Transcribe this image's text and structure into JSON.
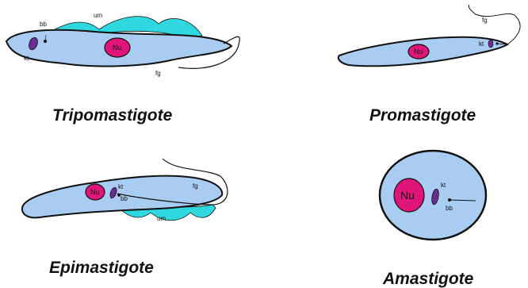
{
  "forms": {
    "tripomastigote": {
      "name": "Tripomastigote",
      "labels": {
        "bb": "bb",
        "um": "um",
        "kt": "kt",
        "nu": "Nu",
        "fg": "fg"
      }
    },
    "promastigote": {
      "name": "Promastigote",
      "labels": {
        "fg": "fg",
        "kt": "kt",
        "nu": "Nu"
      }
    },
    "epimastigote": {
      "name": "Epimastigote",
      "labels": {
        "nu": "Nu",
        "kt": "kt",
        "bb": "bb",
        "fg": "fg",
        "um": "um"
      }
    },
    "amastigote": {
      "name": "Amastigote",
      "labels": {
        "nu": "Nu",
        "kt": "kt",
        "bb": "bb"
      }
    }
  },
  "colors": {
    "cell_fill": "#a9cdf2",
    "outline": "#111111",
    "nucleus": "#e0157a",
    "kinetoplast": "#6a2c91",
    "undulating_membrane": "#2fd8de"
  }
}
